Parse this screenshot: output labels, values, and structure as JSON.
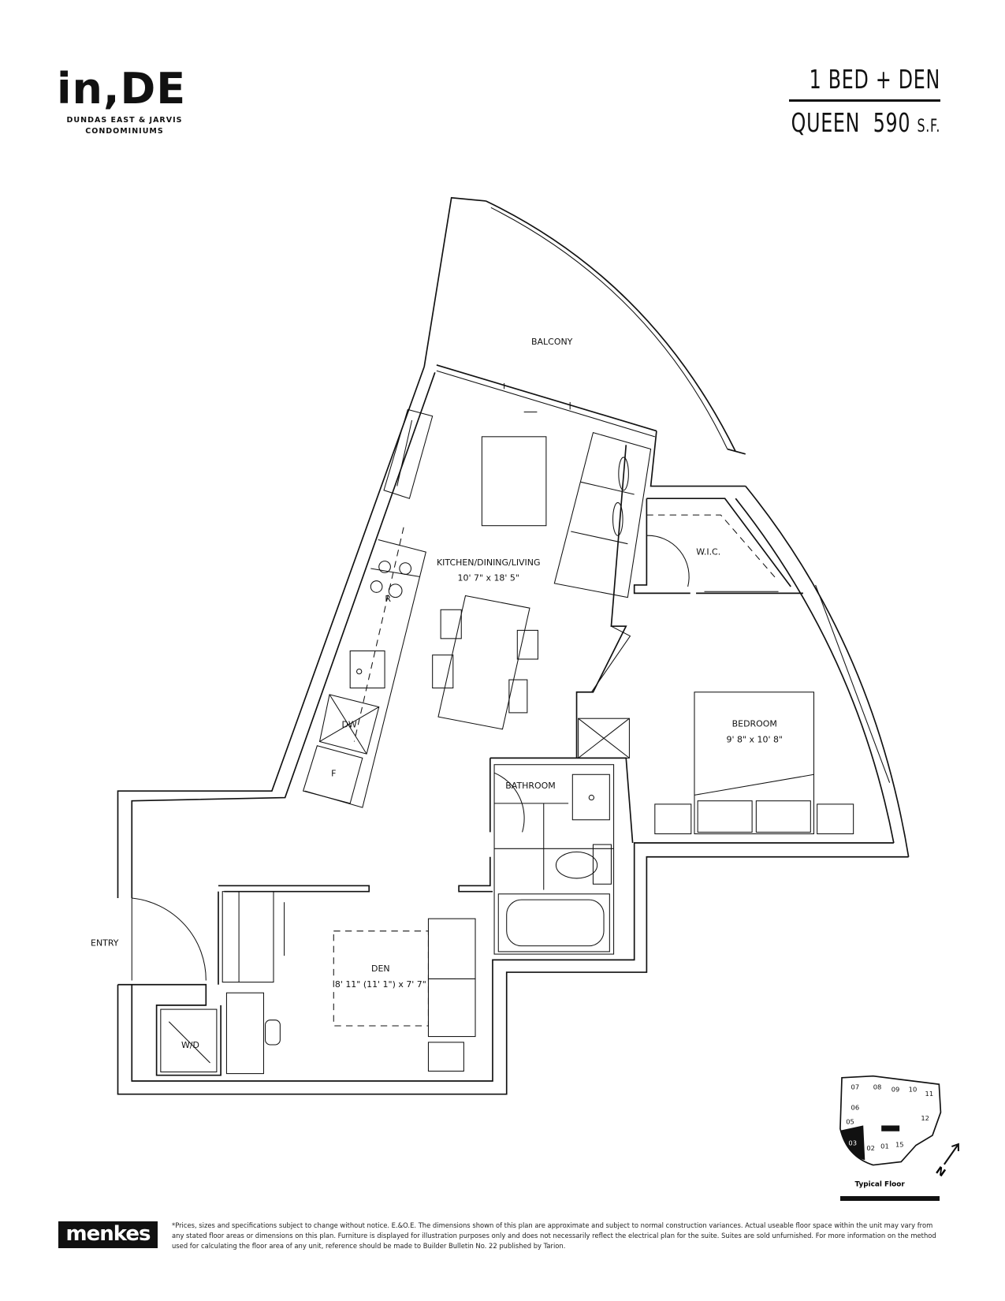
{
  "brand": {
    "logo_text": "in,DE",
    "subtitle_line1": "DUNDAS EAST & JARVIS",
    "subtitle_line2": "CONDOMINIUMS"
  },
  "unit": {
    "type": "1 BED + DEN",
    "model": "QUEEN",
    "area": "590",
    "area_unit": "S.F."
  },
  "rooms": {
    "balcony": "BALCONY",
    "kitchen_name": "KITCHEN/DINING/LIVING",
    "kitchen_dims": "10' 7\" x 18' 5\"",
    "wic": "W.I.C.",
    "bedroom_name": "BEDROOM",
    "bedroom_dims": "9' 8\" x 10' 8\"",
    "bathroom": "BATHROOM",
    "den_name": "DEN",
    "den_dims": "8' 11\" (11' 1\") x 7' 7\"",
    "entry": "ENTRY",
    "washer_dryer": "W/D",
    "dishwasher": "DW",
    "fridge": "F",
    "range": "R"
  },
  "keyplan": {
    "units": [
      "07",
      "08",
      "09",
      "10",
      "11",
      "06",
      "05",
      "12",
      "03",
      "02",
      "01",
      "15"
    ],
    "highlighted": "03",
    "caption": "Typical Floor",
    "north_label": "N"
  },
  "footer": {
    "developer_logo": "menkes",
    "disclaimer": "*Prices, sizes and specifications subject to change without notice. E.&O.E. The dimensions shown of this plan are approximate and subject to normal construction variances. Actual useable floor space within the unit may vary from any stated floor areas or dimensions on this plan. Furniture is displayed for illustration purposes only and does not necessarily reflect the electrical plan for the suite. Suites are sold unfurnished. For more information on the method used for calculating the floor area of any unit, reference should be made to Builder Bulletin No. 22 published by Tarion."
  }
}
